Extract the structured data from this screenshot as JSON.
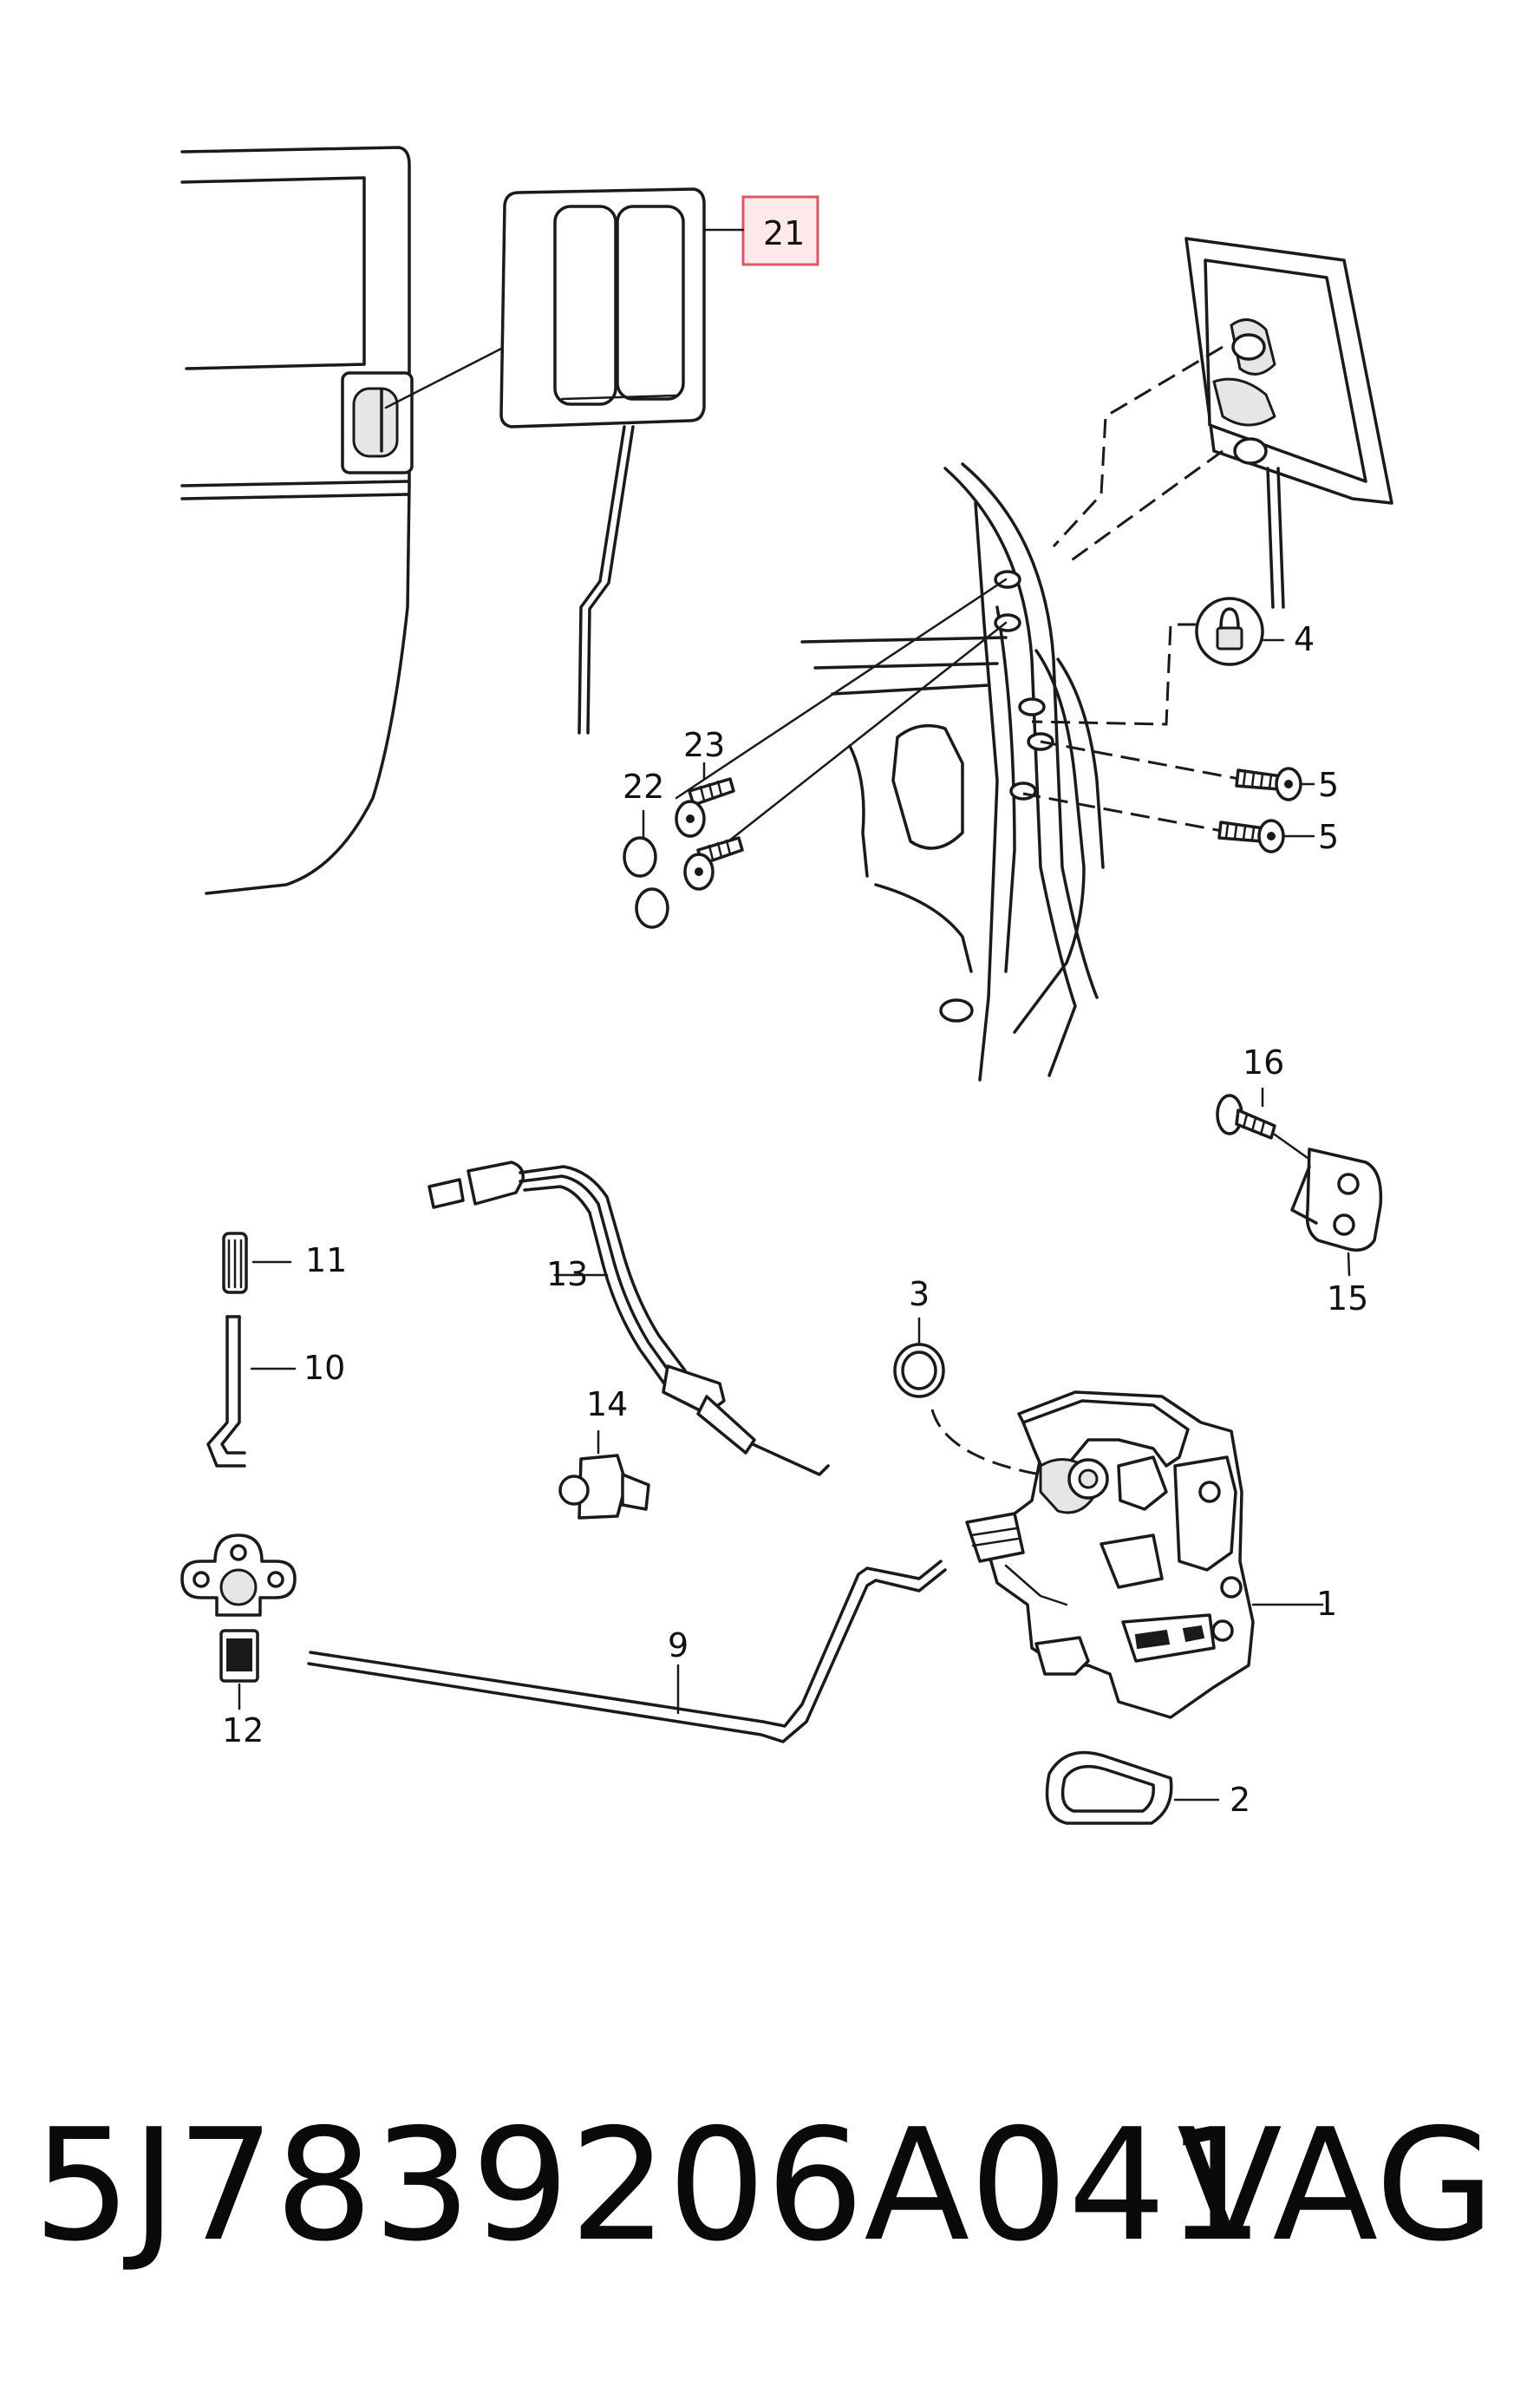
{
  "callouts": {
    "c1": "1",
    "c2": "2",
    "c3": "3",
    "c4": "4",
    "c5a": "5",
    "c5b": "5",
    "c9": "9",
    "c10": "10",
    "c11": "11",
    "c12": "12",
    "c13": "13",
    "c14": "14",
    "c15": "15",
    "c16": "16",
    "c21": "21",
    "c22": "22",
    "c23": "23"
  },
  "highlighted_callout": "21",
  "footer": {
    "part_number": "5J7839206A041",
    "brand": "VAG"
  },
  "colors": {
    "line": "#1a1a1a",
    "highlight_fill": "#fde8ea",
    "highlight_border": "#e05565"
  }
}
